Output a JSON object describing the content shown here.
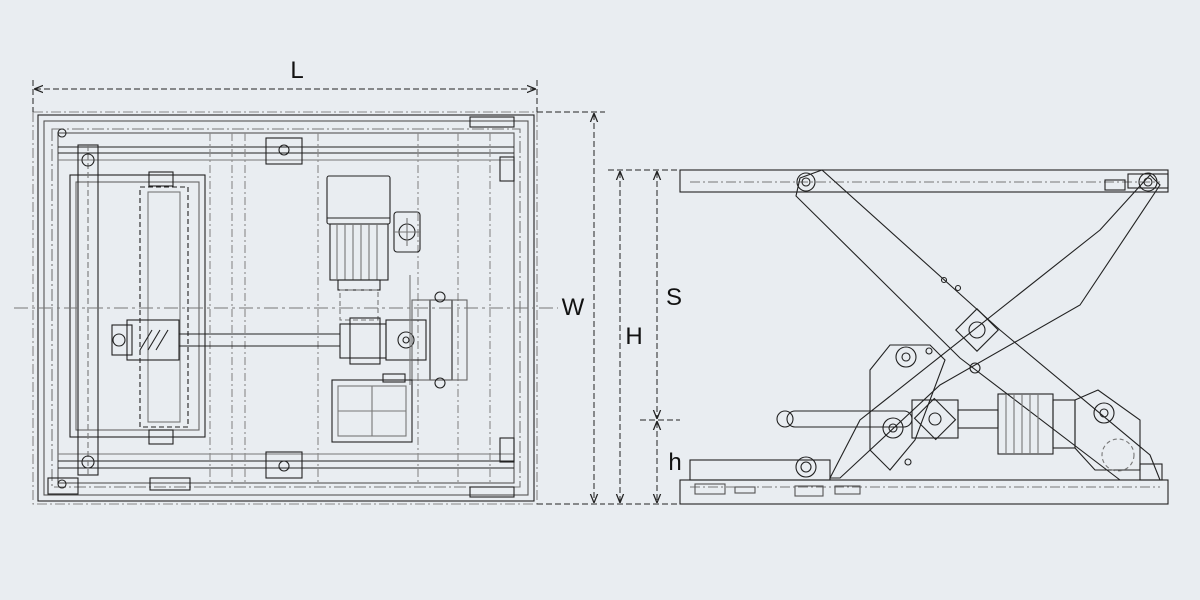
{
  "drawing": {
    "background": "#e9edf1",
    "line_color": "#222222",
    "hidden_line_color": "#6b6b6b"
  },
  "plan_view": {
    "dim_length_label": "L",
    "dim_width_label": "W"
  },
  "side_view": {
    "dim_total_height_label": "H",
    "dim_stroke_label": "S",
    "dim_lowered_height_label": "h"
  }
}
